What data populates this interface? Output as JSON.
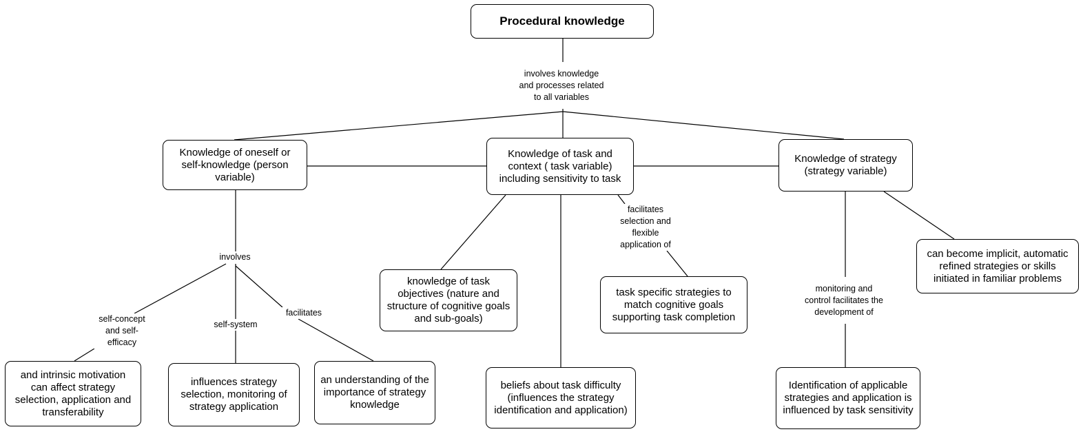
{
  "nodes": {
    "procedural_knowledge": "Procedural knowledge",
    "self_knowledge": "Knowledge of oneself or self-knowledge (person variable)",
    "task_knowledge": "Knowledge of task and context ( task variable) including sensitivity to task",
    "strategy_knowledge": "Knowledge of strategy (strategy variable)",
    "task_objectives": "knowledge of task objectives (nature and structure of cognitive goals and sub-goals)",
    "task_specific_strategies": "task specific strategies to match cognitive goals supporting task completion",
    "implicit_strategies": "can become implicit, automatic refined strategies or skills initiated in familiar problems",
    "intrinsic_motivation": "and intrinsic motivation can affect strategy selection, application and transferability",
    "influences_selection": "influences strategy selection, monitoring of strategy application",
    "understanding_importance": "an understanding of the importance of strategy knowledge",
    "beliefs_difficulty": "beliefs about task difficulty (influences the strategy identification and application)",
    "identification_strategies": "Identification of applicable strategies and application is influenced by task sensitivity"
  },
  "labels": {
    "involves_all": "involves knowledge and processes related to all variables",
    "involves": "involves",
    "self_concept": "self-concept and self-efficacy",
    "self_system": "self-system",
    "facilitates": "facilitates",
    "facilitates_selection": "facilitates selection and flexible application of",
    "monitoring_control": "monitoring and control facilitates the development of"
  }
}
